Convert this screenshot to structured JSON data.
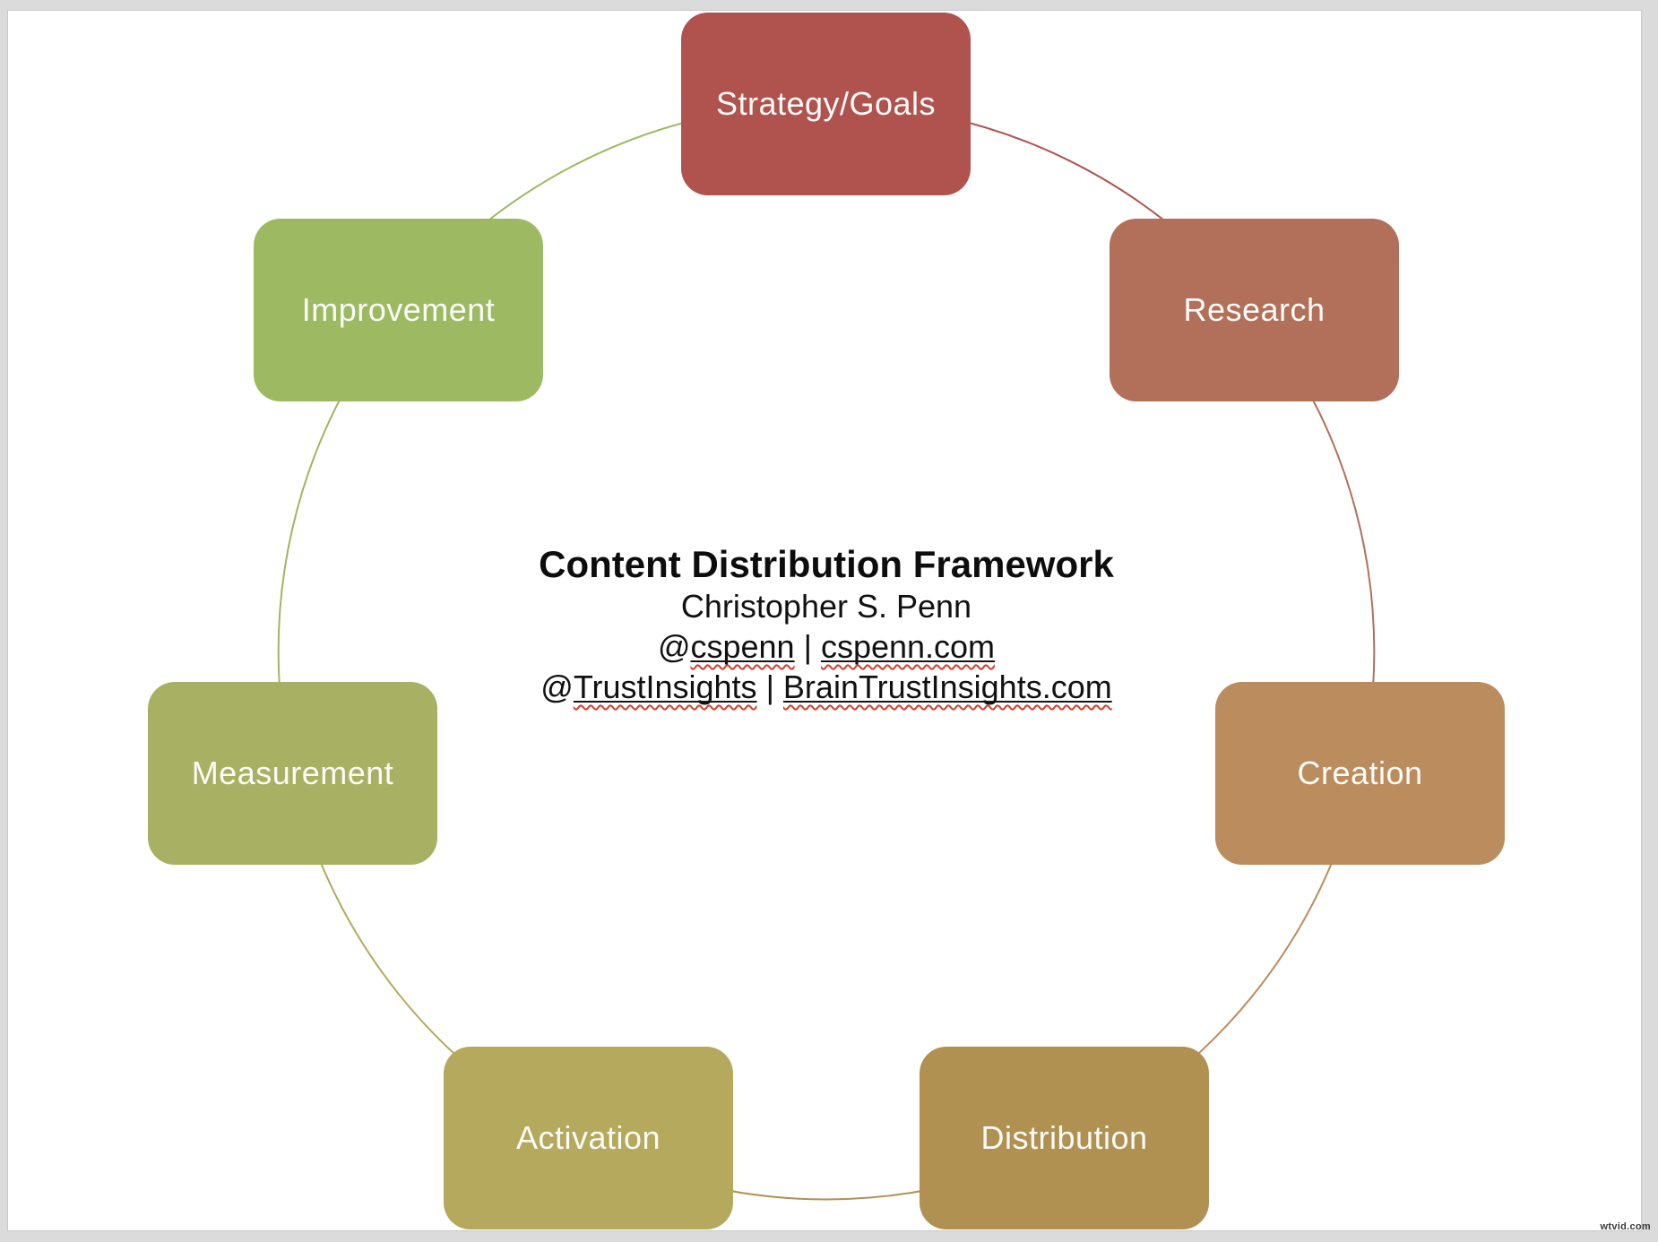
{
  "slide": {
    "center_text": {
      "title": "Content Distribution Framework",
      "author": "Christopher S. Penn",
      "social_line": {
        "at": "@",
        "handle": "cspenn",
        "separator": " | ",
        "site": "cspenn.com"
      },
      "company_line": {
        "at": "@",
        "handle": "TrustInsights",
        "separator": " | ",
        "site": "BrainTrustInsights.com"
      }
    },
    "cycle": {
      "type": "circular-cycle-diagram",
      "nodes": [
        {
          "label": "Strategy/Goals",
          "color": "#b0534f"
        },
        {
          "label": "Research",
          "color": "#b2705a"
        },
        {
          "label": "Creation",
          "color": "#bb8c5e"
        },
        {
          "label": "Distribution",
          "color": "#b19152"
        },
        {
          "label": "Activation",
          "color": "#b4a95d"
        },
        {
          "label": "Measurement",
          "color": "#a8b163"
        },
        {
          "label": "Improvement",
          "color": "#9dba63"
        }
      ]
    },
    "text_color": "#111111",
    "spellcheck_underline_color": "#d0402f"
  },
  "watermark": "wtvid.com"
}
